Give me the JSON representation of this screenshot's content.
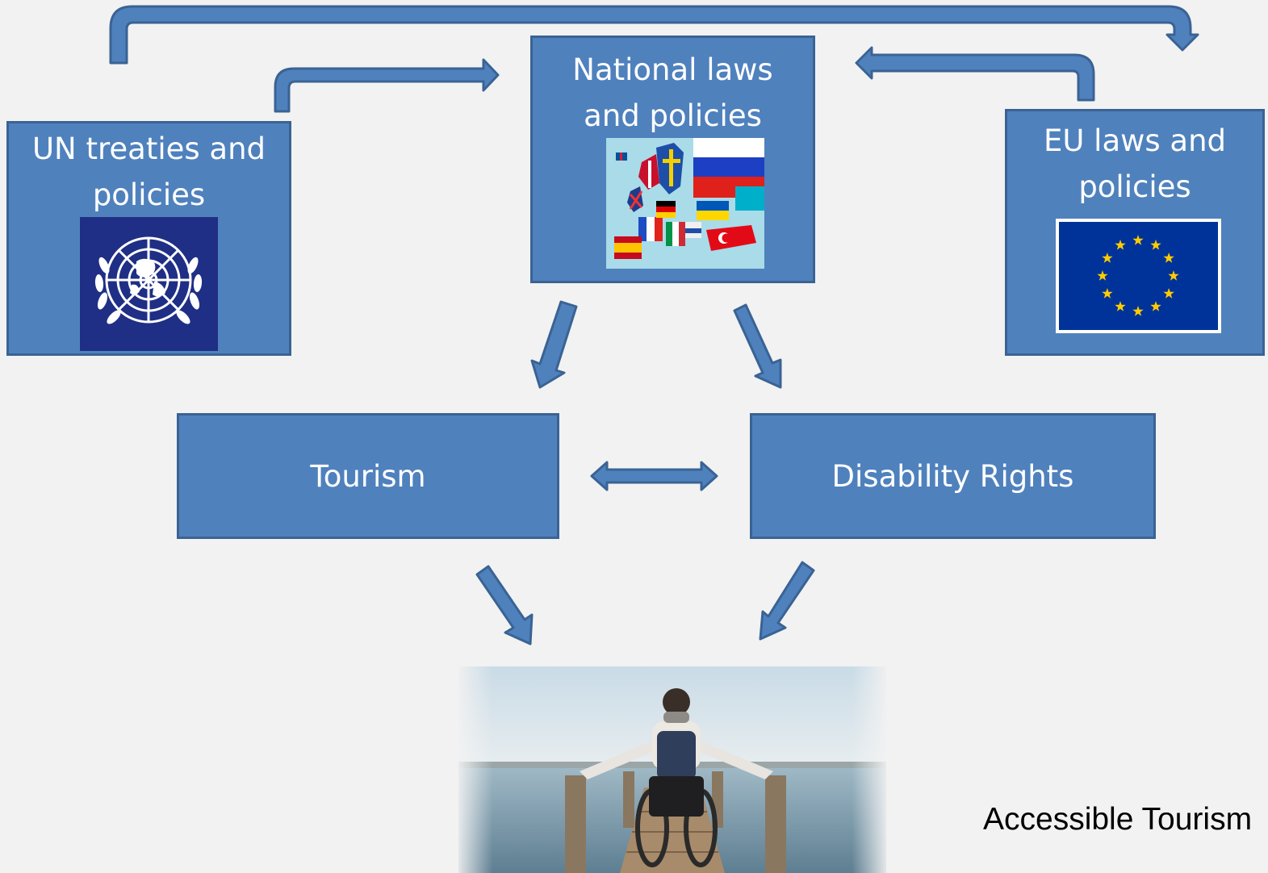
{
  "boxes": {
    "un": {
      "title": "UN treaties and\npolicies",
      "image_icon": "un-emblem-icon"
    },
    "national": {
      "title": "National laws\nand policies",
      "image_icon": "europe-flags-map"
    },
    "eu": {
      "title": "EU laws and\npolicies",
      "image_icon": "eu-flag-icon"
    },
    "tourism": {
      "title": "Tourism"
    },
    "disability": {
      "title": "Disability Rights"
    }
  },
  "caption": "Accessible Tourism",
  "colors": {
    "box_fill": "#4f81bd",
    "box_border": "#3a6394",
    "arrow_fill": "#4f81bd",
    "arrow_stroke": "#3a6394",
    "background": "#f2f2f2",
    "un_blue": "#1f2f85",
    "eu_blue": "#003399",
    "eu_star": "#ffcc00"
  }
}
